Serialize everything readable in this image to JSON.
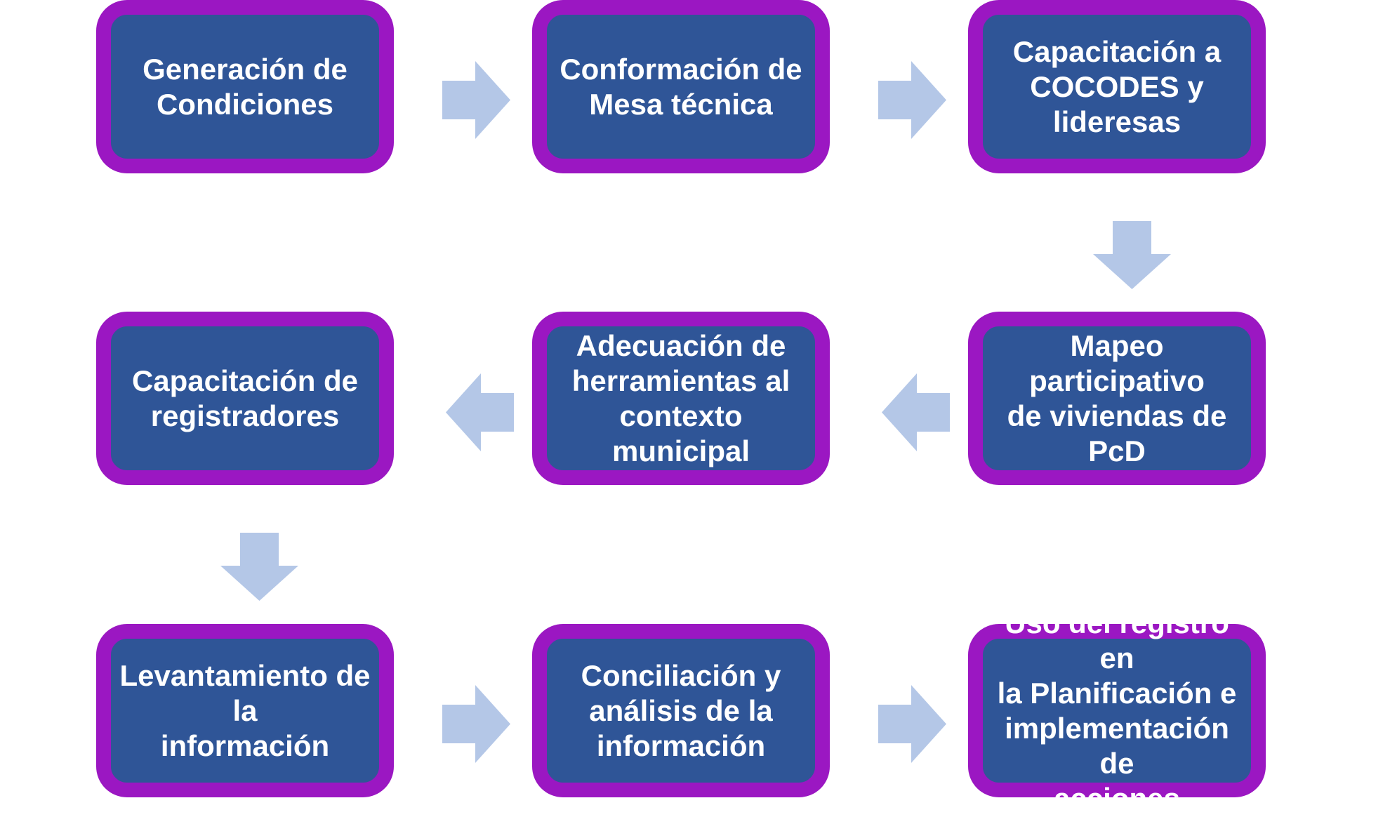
{
  "colors": {
    "box_fill": "#2f5597",
    "box_border": "#9b17c2",
    "box_text": "#ffffff",
    "arrow_fill": "#b4c7e7",
    "background": "#ffffff"
  },
  "diagram": {
    "type": "process-flow",
    "steps": [
      {
        "id": 1,
        "label": "Generación de\nCondiciones"
      },
      {
        "id": 2,
        "label": "Conformación de\nMesa técnica"
      },
      {
        "id": 3,
        "label": "Capacitación a\nCOCODES y\nlideresas"
      },
      {
        "id": 4,
        "label": "Mapeo participativo\nde viviendas de PcD"
      },
      {
        "id": 5,
        "label": "Adecuación de\nherramientas al\ncontexto municipal"
      },
      {
        "id": 6,
        "label": "Capacitación de\nregistradores"
      },
      {
        "id": 7,
        "label": "Levantamiento de la\ninformación"
      },
      {
        "id": 8,
        "label": "Conciliación y\nanálisis de la\ninformación"
      },
      {
        "id": 9,
        "label": "Uso del registro en\nla Planificación e\nimplementación de\nacciones"
      }
    ],
    "arrows": [
      {
        "from": 1,
        "to": 2,
        "direction": "right"
      },
      {
        "from": 2,
        "to": 3,
        "direction": "right"
      },
      {
        "from": 3,
        "to": 4,
        "direction": "down"
      },
      {
        "from": 4,
        "to": 5,
        "direction": "left"
      },
      {
        "from": 5,
        "to": 6,
        "direction": "left"
      },
      {
        "from": 6,
        "to": 7,
        "direction": "down"
      },
      {
        "from": 7,
        "to": 8,
        "direction": "right"
      },
      {
        "from": 8,
        "to": 9,
        "direction": "right"
      }
    ]
  }
}
